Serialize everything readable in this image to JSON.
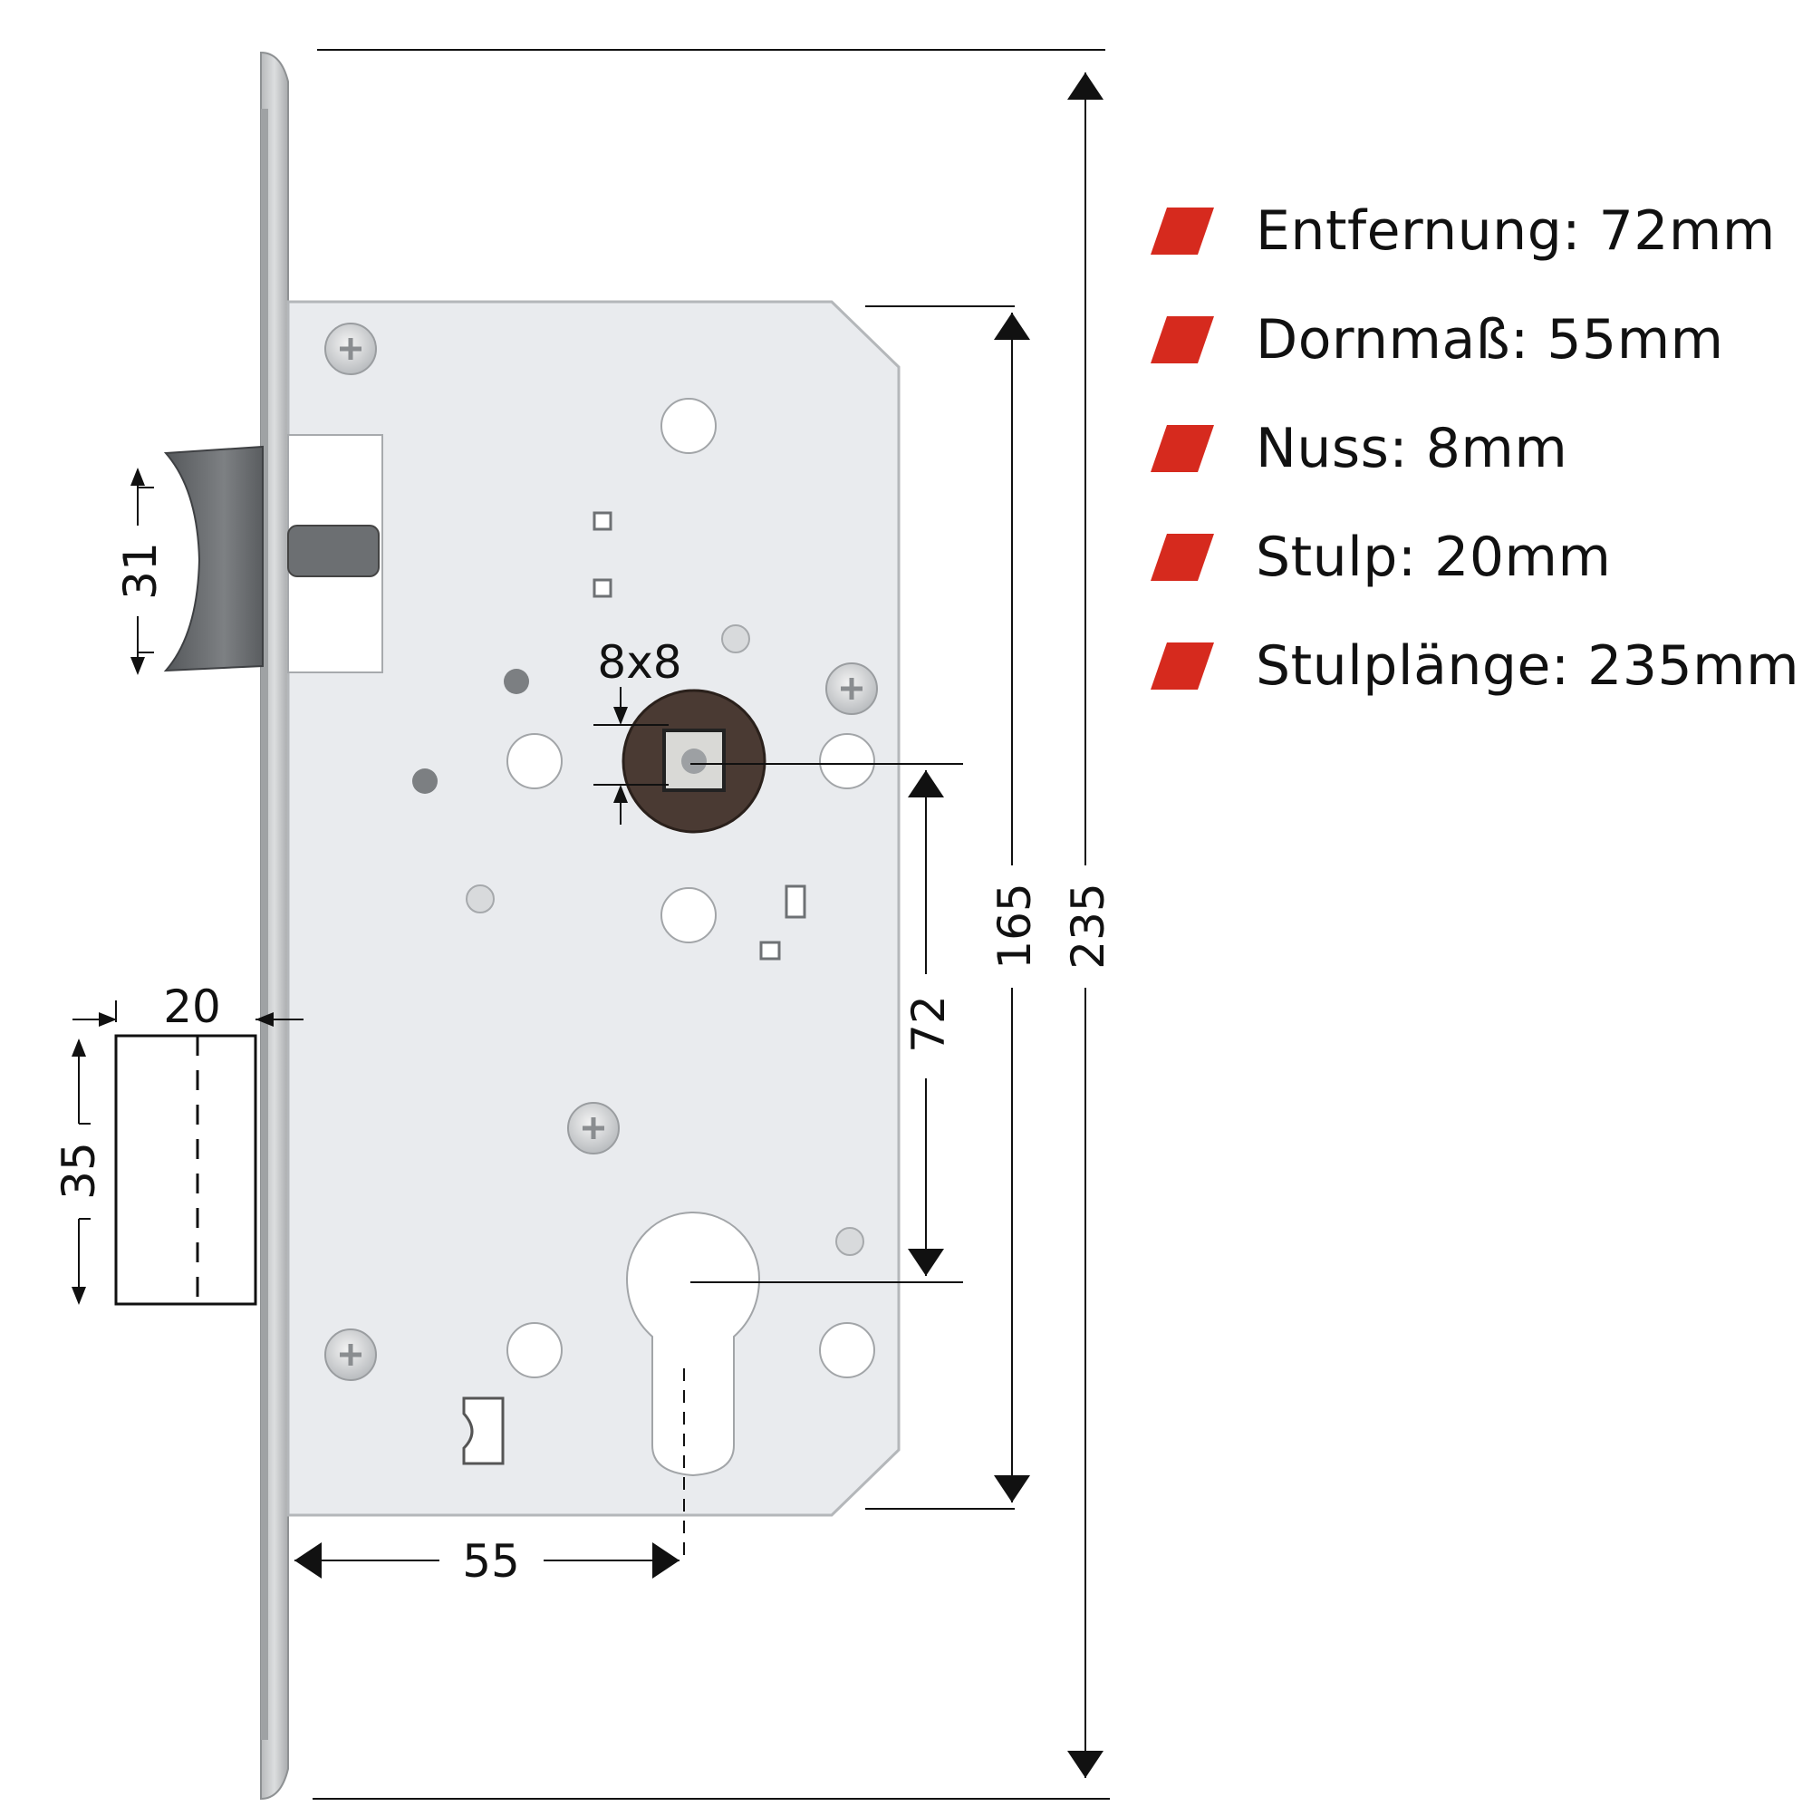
{
  "dimensions": {
    "overall_length": "235",
    "case_height": "165",
    "distance": "72",
    "backset": "55",
    "latch_height": "31",
    "strike_height": "35",
    "strike_width": "20",
    "spindle": "8x8"
  },
  "specs": [
    {
      "label": "Entfernung: 72mm"
    },
    {
      "label": "Dornmaß: 55mm"
    },
    {
      "label": "Nuss: 8mm"
    },
    {
      "label": "Stulp: 20mm"
    },
    {
      "label": "Stulplänge: 235mm"
    }
  ],
  "colors": {
    "bullet": "#d62a1e",
    "case": "#e9ebee",
    "faceplate": "#c9cbcc",
    "lines": "#111111"
  }
}
